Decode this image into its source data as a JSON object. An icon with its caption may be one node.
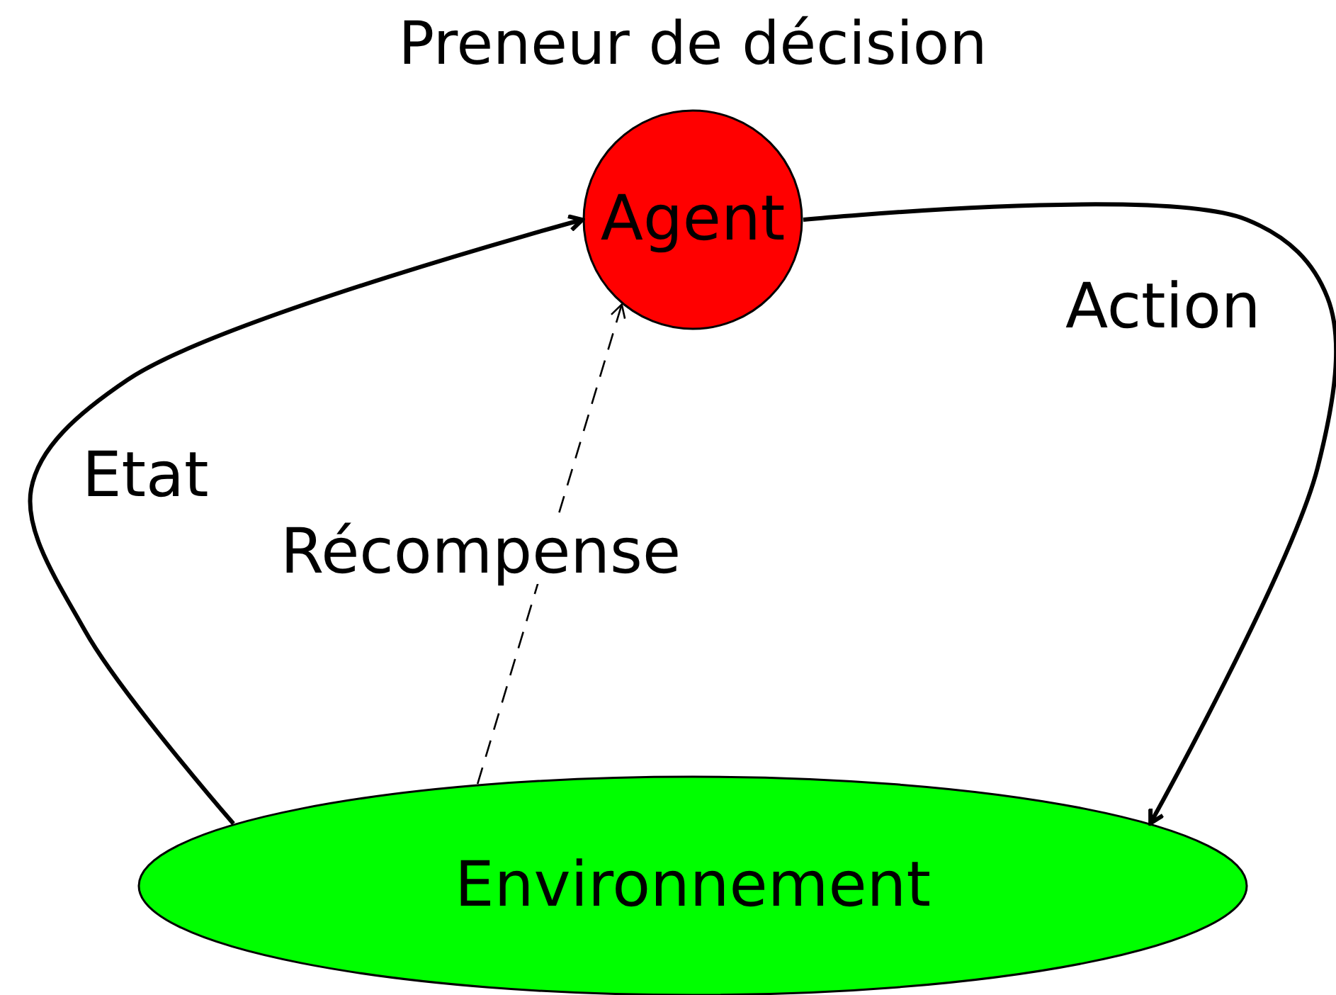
{
  "diagram": {
    "nodes": [
      {
        "text": [
          "Agent"
        ],
        "beside": [
          "Preneur de décision"
        ]
      },
      {
        "text": [
          "Environnement"
        ]
      }
    ],
    "edges": [
      {
        "from": 1,
        "to": 0,
        "arrow": "to",
        "label": "Etat"
      },
      {
        "from": 0,
        "to": 1,
        "arrow": "to",
        "label": "Action"
      },
      {
        "from": 1,
        "to": 0,
        "arrow": "to",
        "label": "Récompense",
        "style": "dashed"
      }
    ]
  }
}
